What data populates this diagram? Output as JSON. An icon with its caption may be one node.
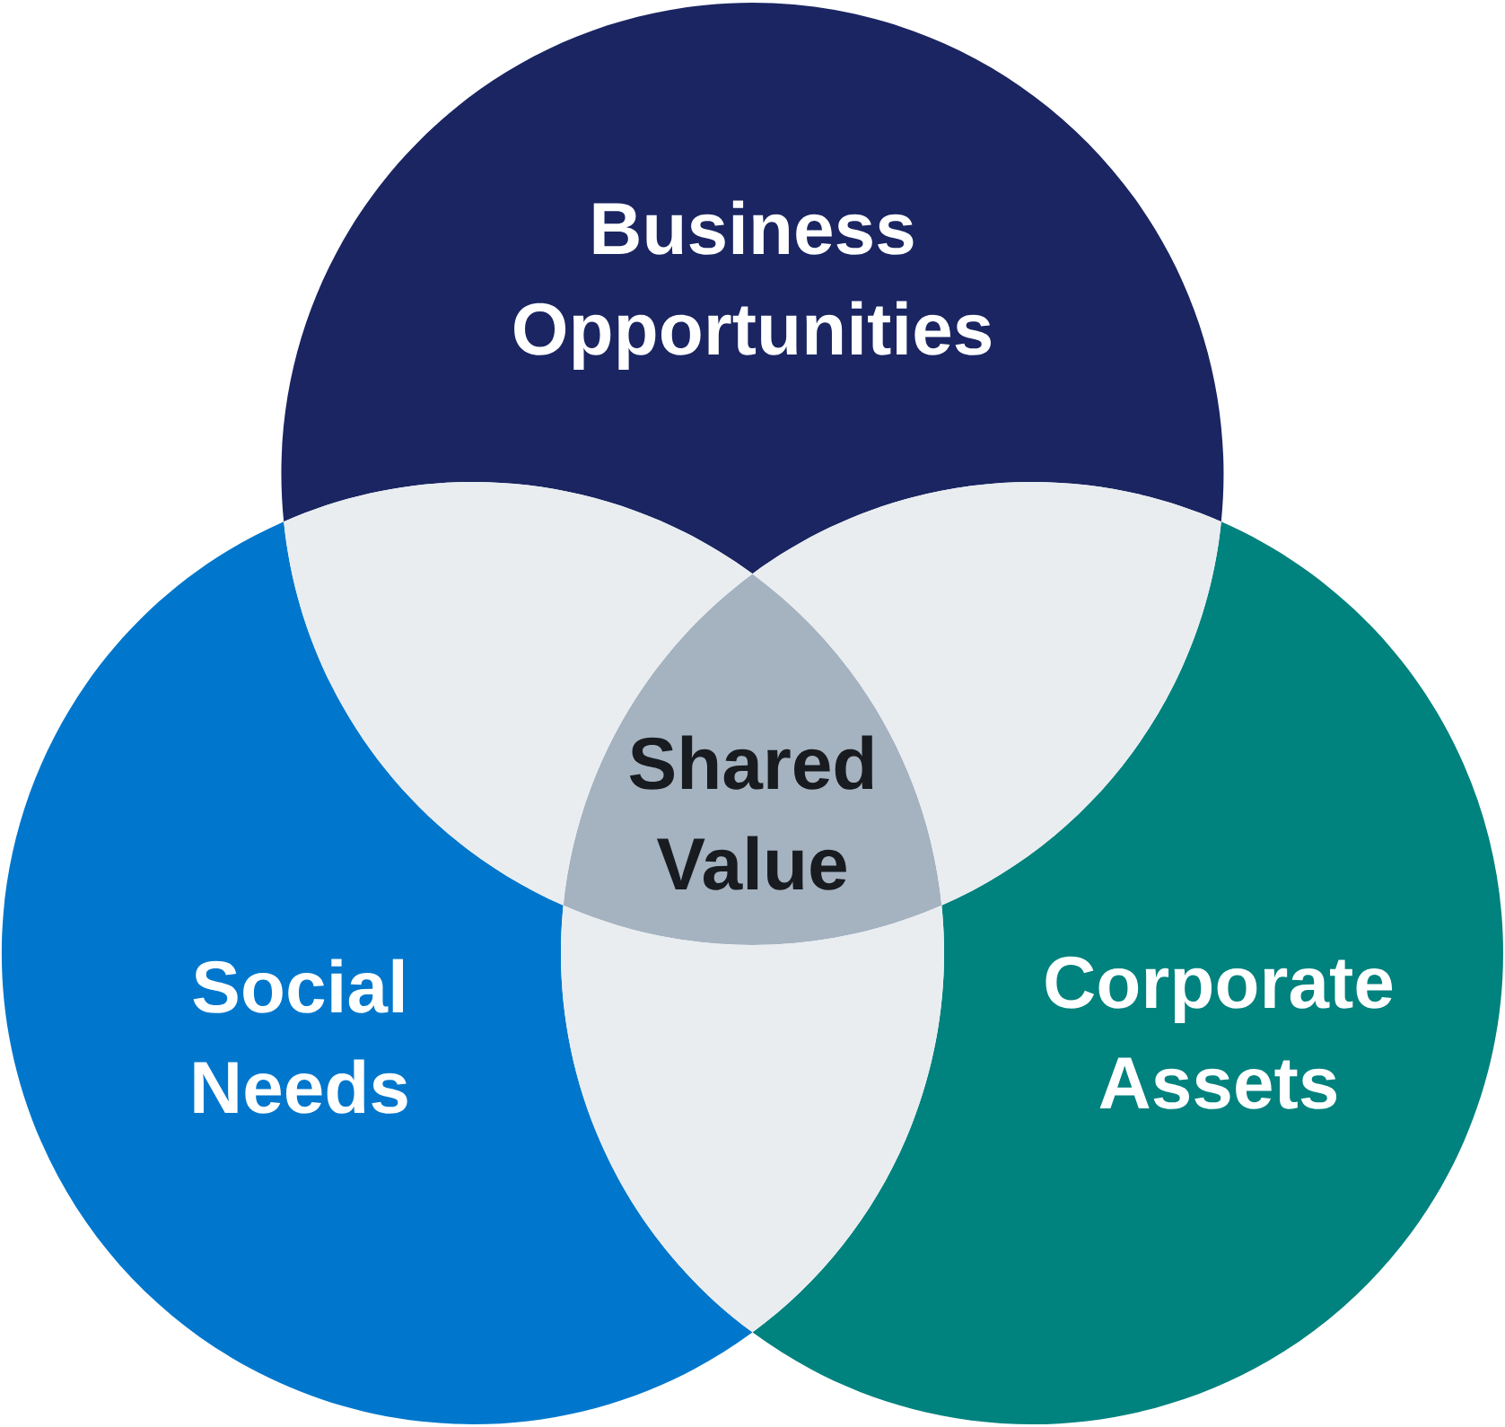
{
  "diagram": {
    "nodes": [
      {
        "text": [
          "Business Opportunities"
        ]
      },
      {
        "text": [
          "Social Needs"
        ]
      },
      {
        "text": [
          "Corporate Assets"
        ]
      },
      {
        "text": [
          "Shared Value"
        ]
      },
      {
        "text": [],
        "shape": "lens"
      },
      {
        "text": [],
        "shape": "lens"
      },
      {
        "text": [],
        "shape": "lens"
      }
    ]
  }
}
